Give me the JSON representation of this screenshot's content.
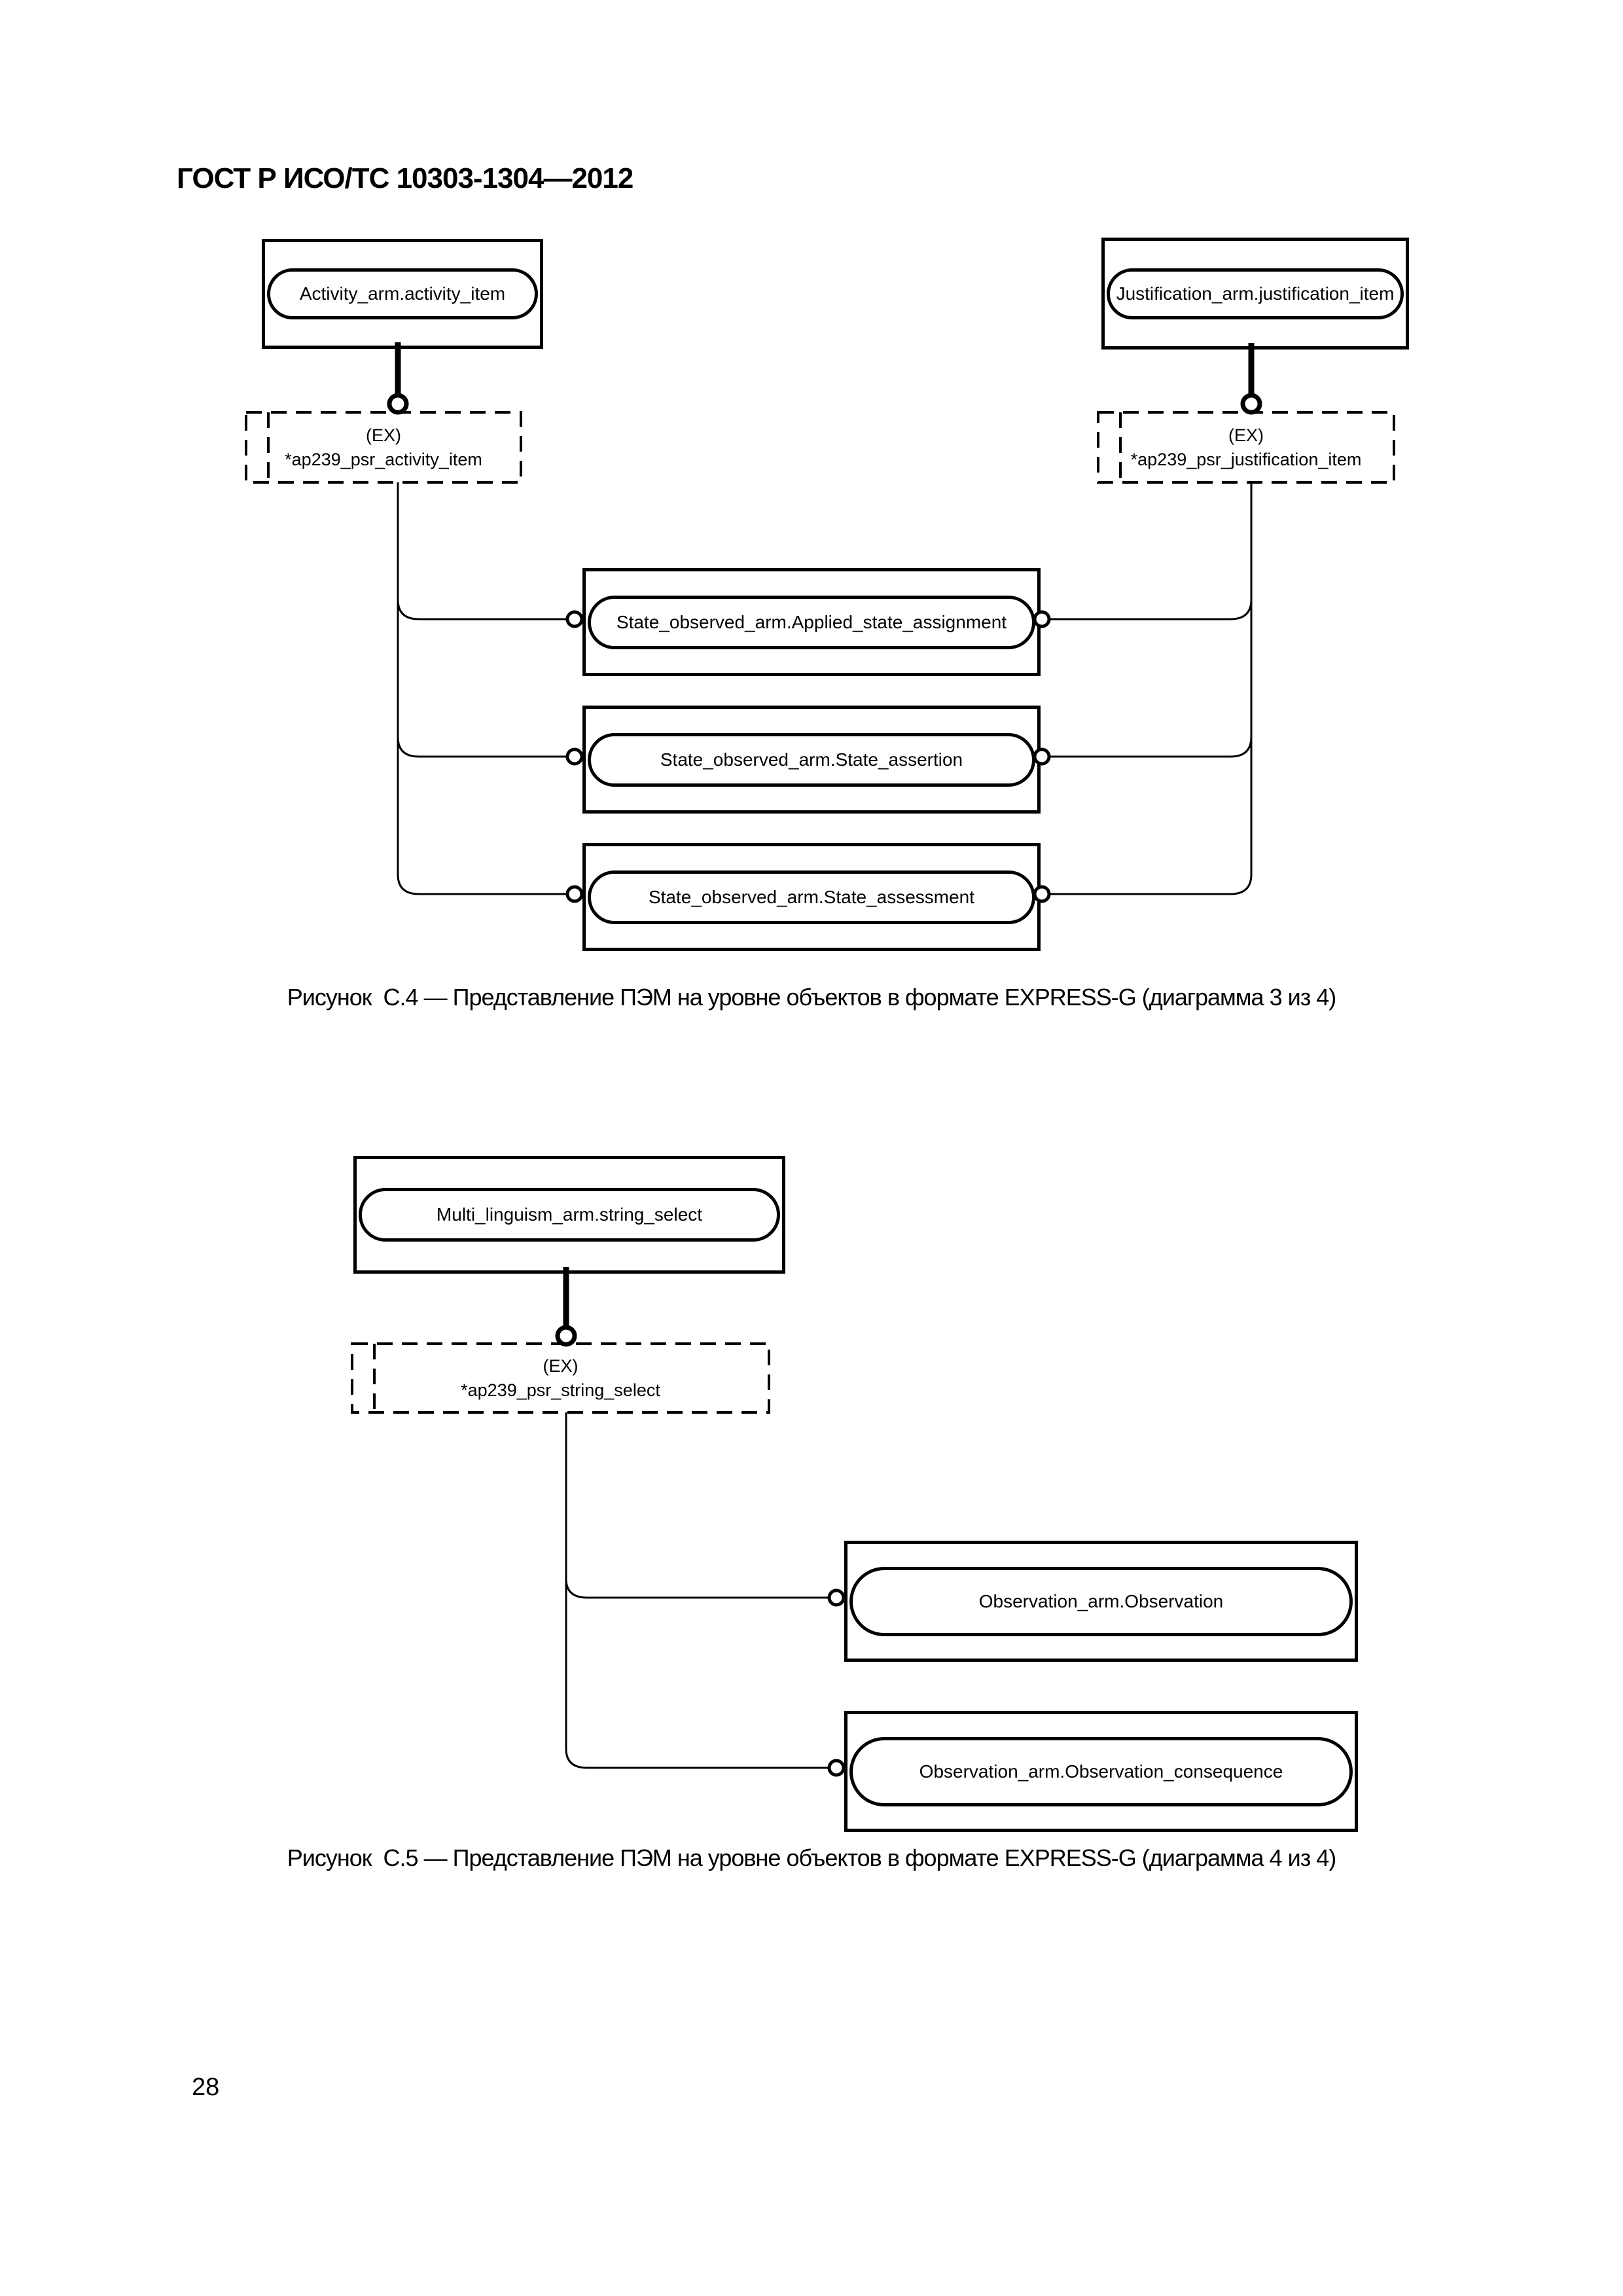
{
  "page": {
    "header": "ГОСТ Р ИСО/ТС 10303-1304—2012",
    "page_number": "28"
  },
  "diagram1": {
    "caption": "Рисунок  С.4 — Представление ПЭМ на уровне объектов в формате EXPRESS-G (диаграмма 3 из 4)",
    "activity_entity": "Activity_arm.activity_item",
    "justification_entity": "Justification_arm.justification_item",
    "activity_ref": {
      "prefix": "(EX)",
      "name": "*ap239_psr_activity_item"
    },
    "justification_ref": {
      "prefix": "(EX)",
      "name": "*ap239_psr_justification_item"
    },
    "state_entities": [
      "State_observed_arm.Applied_state_assignment",
      "State_observed_arm.State_assertion",
      "State_observed_arm.State_assessment"
    ]
  },
  "diagram2": {
    "caption": "Рисунок  С.5 — Представление ПЭМ на уровне объектов в формате EXPRESS-G (диаграмма 4 из 4)",
    "multi_entity": "Multi_linguism_arm.string_select",
    "string_ref": {
      "prefix": "(EX)",
      "name": "*ap239_psr_string_select"
    },
    "observation_entities": [
      "Observation_arm.Observation",
      "Observation_arm.Observation_consequence"
    ]
  }
}
